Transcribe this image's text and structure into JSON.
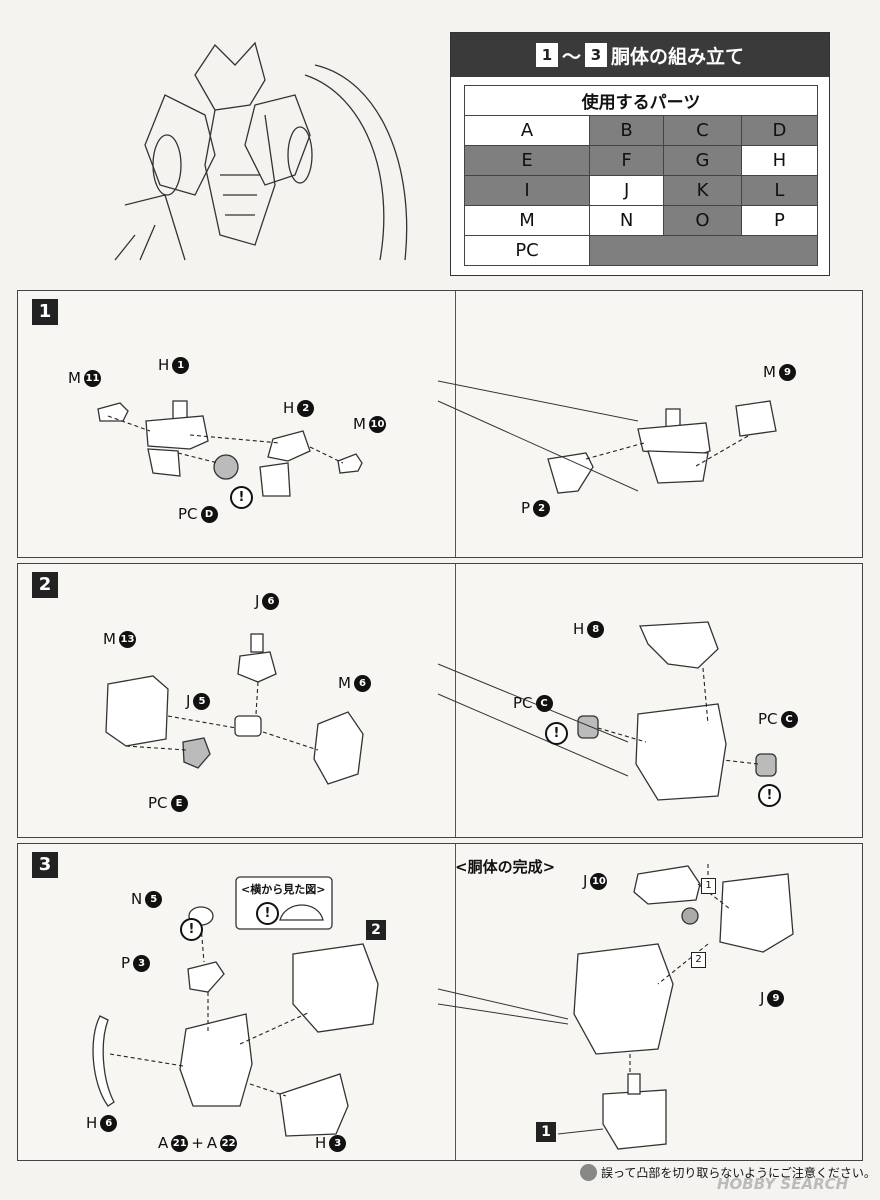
{
  "header": {
    "step_from": "1",
    "step_to": "3",
    "tilde": "～",
    "title": "胴体の組み立て",
    "parts_heading": "使用するパーツ",
    "parts": [
      [
        {
          "label": "A",
          "dark": false
        },
        {
          "label": "B",
          "dark": true
        },
        {
          "label": "C",
          "dark": true
        },
        {
          "label": "D",
          "dark": true
        }
      ],
      [
        {
          "label": "E",
          "dark": true
        },
        {
          "label": "F",
          "dark": true
        },
        {
          "label": "G",
          "dark": true
        },
        {
          "label": "H",
          "dark": false
        }
      ],
      [
        {
          "label": "I",
          "dark": true
        },
        {
          "label": "J",
          "dark": false
        },
        {
          "label": "K",
          "dark": true
        },
        {
          "label": "L",
          "dark": true
        }
      ],
      [
        {
          "label": "M",
          "dark": false
        },
        {
          "label": "N",
          "dark": false
        },
        {
          "label": "O",
          "dark": true
        },
        {
          "label": "P",
          "dark": false
        }
      ],
      [
        {
          "label": "PC",
          "dark": false
        }
      ]
    ]
  },
  "step1": {
    "badge": "1",
    "labels": {
      "m11_letter": "M",
      "m11_num": "11",
      "h1_letter": "H",
      "h1_num": "1",
      "h2_letter": "H",
      "h2_num": "2",
      "m10_letter": "M",
      "m10_num": "10",
      "pcd_letter": "PC",
      "pcd_num": "D",
      "m9_letter": "M",
      "m9_num": "9",
      "p2_letter": "P",
      "p2_num": "2"
    }
  },
  "step2": {
    "badge": "2",
    "labels": {
      "m13_letter": "M",
      "m13_num": "13",
      "j6_letter": "J",
      "j6_num": "6",
      "j5_letter": "J",
      "j5_num": "5",
      "m6_letter": "M",
      "m6_num": "6",
      "pce_letter": "PC",
      "pce_num": "E",
      "h8_letter": "H",
      "h8_num": "8",
      "pcc1_letter": "PC",
      "pcc1_num": "C",
      "pcc2_letter": "PC",
      "pcc2_num": "C"
    }
  },
  "step3": {
    "badge": "3",
    "side_view": "<横から見た図>",
    "torso_complete": "<胴体の完成>",
    "ref_step2": "2",
    "ref_step1": "1",
    "sq1": "1",
    "sq2": "2",
    "labels": {
      "n5_letter": "N",
      "n5_num": "5",
      "p3_letter": "P",
      "p3_num": "3",
      "h6_letter": "H",
      "h6_num": "6",
      "a21_letter": "A",
      "a21_num": "21",
      "plus": "+",
      "a22_letter": "A",
      "a22_num": "22",
      "h3_letter": "H",
      "h3_num": "3",
      "j10_letter": "J",
      "j10_num": "10",
      "j9_letter": "J",
      "j9_num": "9"
    }
  },
  "footnote": "誤って凸部を切り取らないようにご注意ください。",
  "watermark": "HOBBY SEARCH",
  "warn_mark": "!"
}
